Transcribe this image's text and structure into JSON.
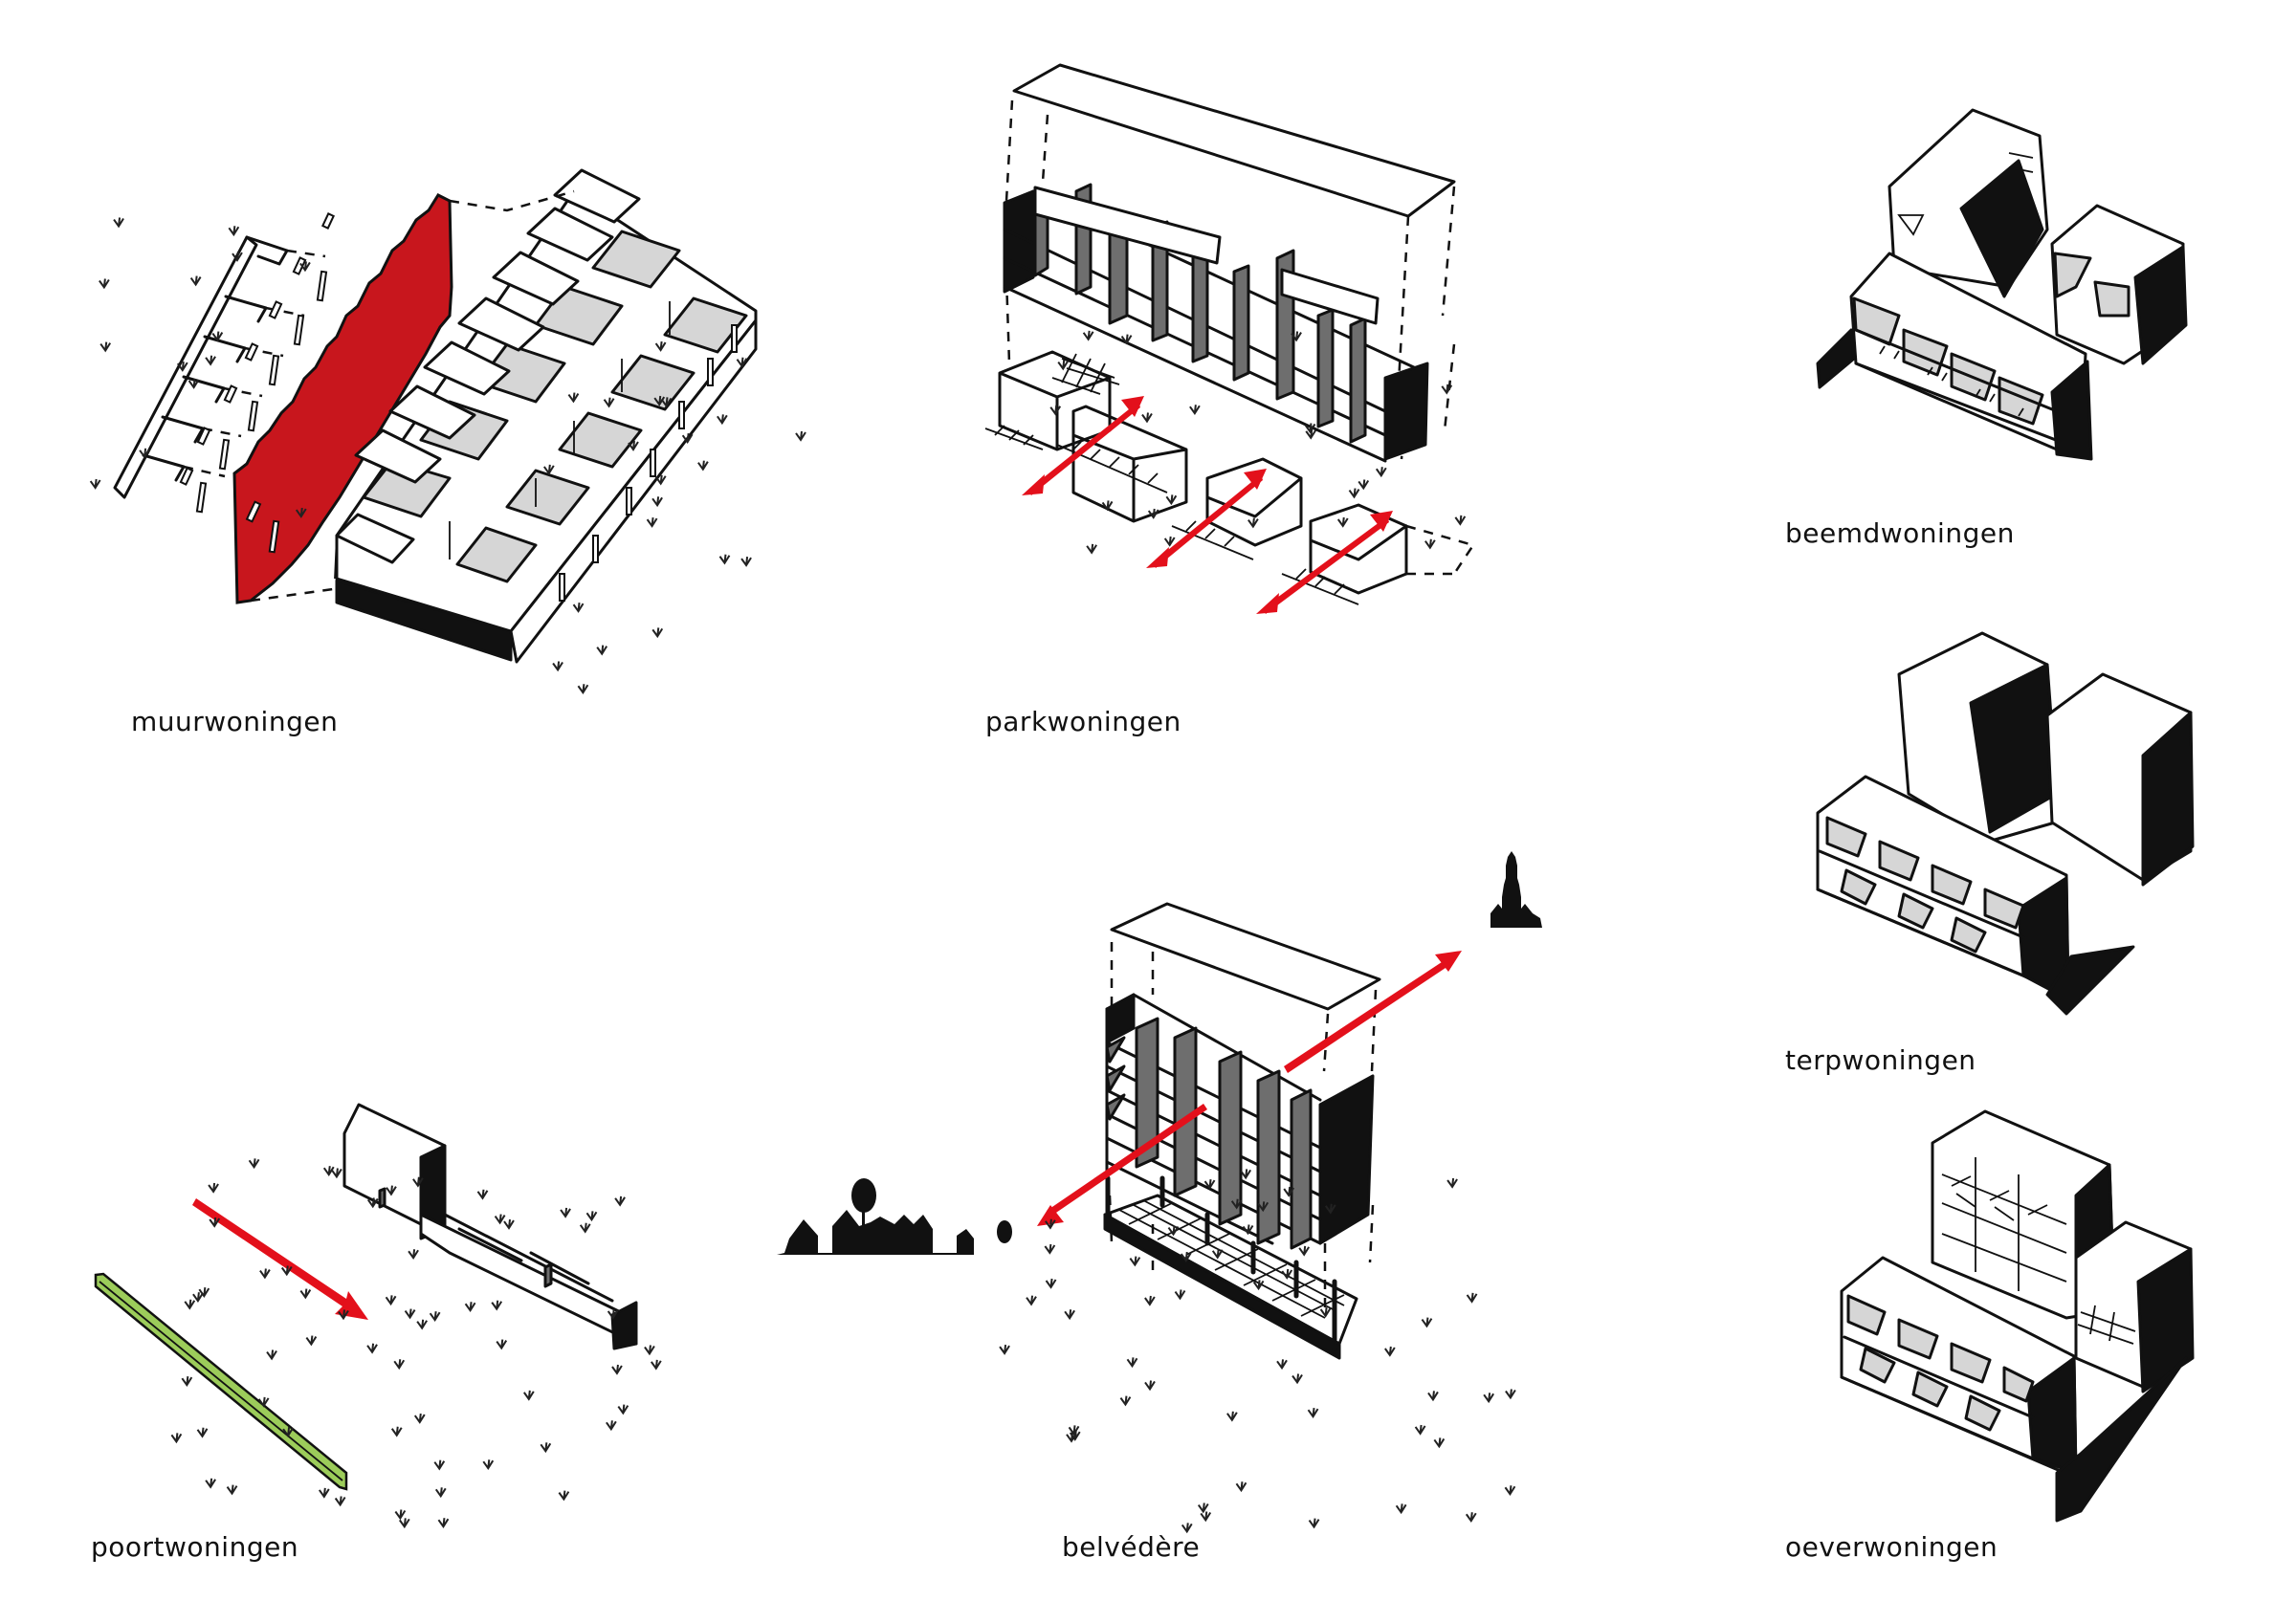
{
  "sheet": {
    "title": "Woningtypologieën",
    "colors": {
      "ink": "#111111",
      "accent_red": "#c8161d",
      "arrow_red": "#e3101b",
      "hedge_green": "#9ccc5a",
      "light_grey": "#d6d6d6",
      "mid_grey": "#6e6e6e"
    }
  },
  "typologies": [
    {
      "id": "muur",
      "label": "muurwoningen",
      "icon": "terraced-houses-with-red-wall"
    },
    {
      "id": "park",
      "label": "parkwoningen",
      "icon": "exploded-row-with-gardens"
    },
    {
      "id": "beemd",
      "label": "beemdwoningen",
      "icon": "courtyard-block-cluster"
    },
    {
      "id": "terp",
      "label": "terpwoningen",
      "icon": "mound-block-cluster"
    },
    {
      "id": "poort",
      "label": "poortwoningen",
      "icon": "gate-house-with-hedge"
    },
    {
      "id": "belvedere",
      "label": "belvédère",
      "icon": "exploded-tower-with-views"
    },
    {
      "id": "oever",
      "label": "oeverwoningen",
      "icon": "waterfront-block-cluster"
    }
  ]
}
